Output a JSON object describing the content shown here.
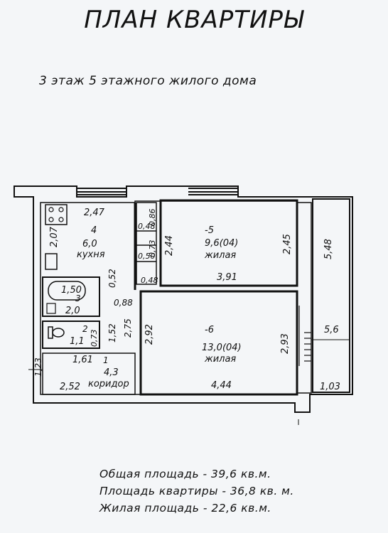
{
  "header": {
    "title": "ПЛАН КВАРТИРЫ",
    "subtitle": "3 этаж 5 этажного жилого дома"
  },
  "rooms": {
    "kitchen": {
      "number": "4",
      "area": "6,0",
      "name": "кухня",
      "dim_top": "2,47",
      "dim_side": "2,07"
    },
    "room5": {
      "number": "-5",
      "area": "9,6(04)",
      "name": "жилая",
      "dim_left": "2,44",
      "dim_right": "2,45",
      "dim_bottom": "3,91"
    },
    "room6": {
      "number": "-6",
      "area": "13,0(04)",
      "name": "жилая",
      "dim_left": "2,92",
      "dim_right": "2,93",
      "dim_bottom": "4,44"
    },
    "bath": {
      "number": "3",
      "area": "2,0",
      "dim": "1,50"
    },
    "wc": {
      "number": "2",
      "area": "1,1",
      "dim": "0,73"
    },
    "corridor": {
      "number": "1",
      "area": "4,3",
      "name": "коридор",
      "dim_top": "1,61",
      "dim_bottom": "2,52",
      "dim_side": "1,23"
    },
    "balcony": {
      "area": "5,6",
      "dim_side": "5,48",
      "dim_bottom": "1,03"
    }
  },
  "small_dims": {
    "closet_1": "0,86",
    "closet_2": "0,48",
    "closet_3": "0,73",
    "closet_4": "0,50",
    "closet_5": "0,48",
    "hall_1": "0,52",
    "hall_2": "0,88",
    "hall_3": "2,75",
    "hall_4": "1,52"
  },
  "summary": {
    "total": "Общая площадь - 39,6 кв.м.",
    "apartment": "Площадь квартиры - 36,8 кв. м.",
    "living": "Жилая площадь - 22,6 кв.м."
  }
}
